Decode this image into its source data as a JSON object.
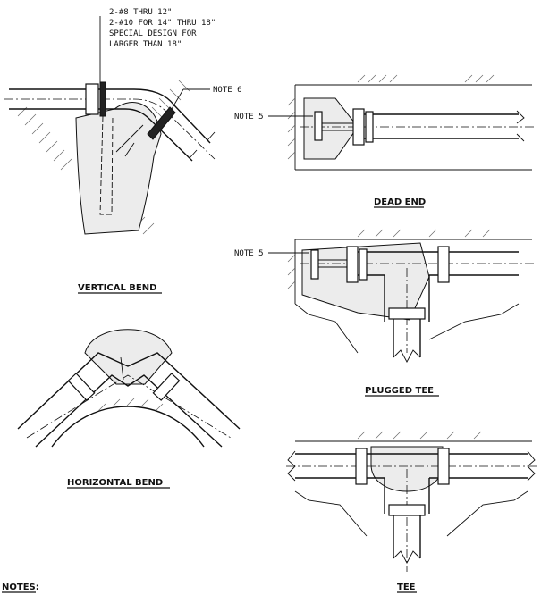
{
  "labels": {
    "rebar_line1": "2-#8 THRU 12\"",
    "rebar_line2": "2-#10 FOR 14\" THRU 18\"",
    "rebar_line3": "SPECIAL DESIGN FOR",
    "rebar_line4": "LARGER THAN 18\"",
    "note6": "NOTE 6",
    "note5_dead_end": "NOTE 5",
    "note5_plugged_tee": "NOTE 5"
  },
  "titles": {
    "vertical_bend": "VERTICAL BEND",
    "dead_end": "DEAD END",
    "horizontal_bend": "HORIZONTAL BEND",
    "plugged_tee": "PLUGGED TEE",
    "tee": "TEE",
    "notes": "NOTES:"
  }
}
